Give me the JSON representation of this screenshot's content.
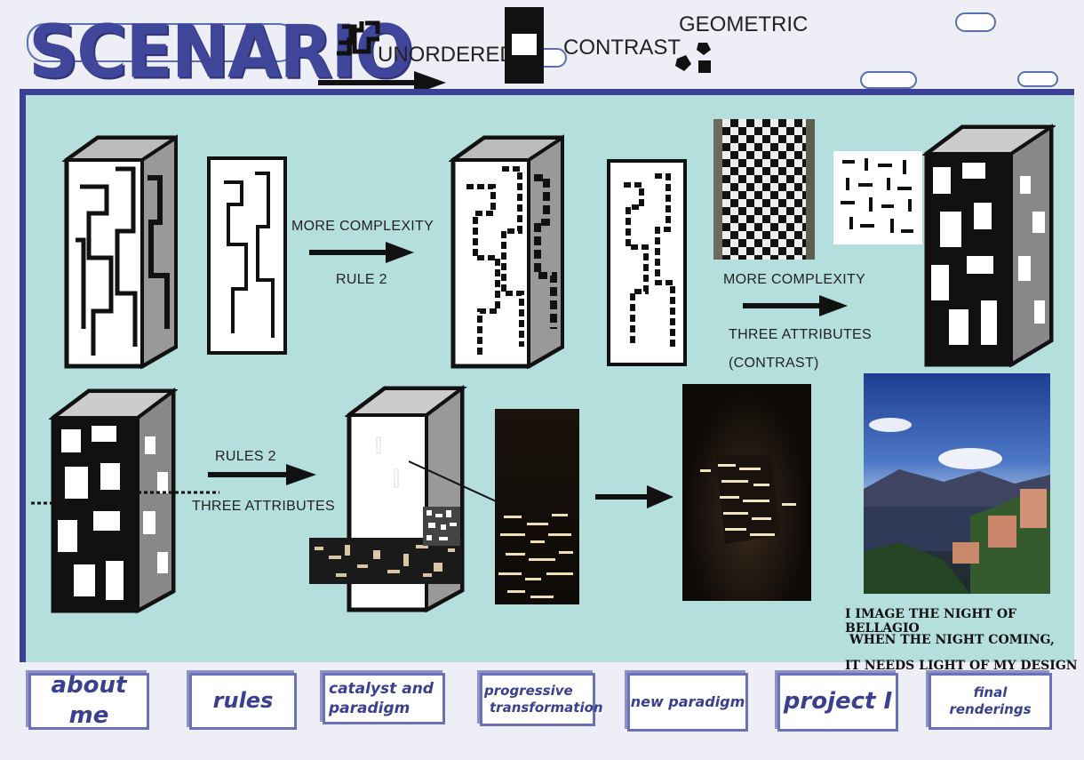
{
  "header": {
    "title": "SCENARIO",
    "labels": {
      "unordered": "UNORDERED",
      "contrast": "CONTRAST",
      "geometric": "GEOMETRIC"
    }
  },
  "steps": {
    "more_complexity_1": "MORE COMPLEXITY",
    "rule_2": "RULE 2",
    "more_complexity_2": "MORE COMPLEXITY",
    "three_attributes_1": "THREE ATTRIBUTES",
    "contrast_paren": "(CONTRAST)",
    "rules_2": "RULES 2",
    "three_attributes_2": "THREE ATTRIBUTES"
  },
  "note": {
    "line1": "I IMAGE THE NIGHT OF BELLAGIO",
    "line2": "WHEN THE NIGHT COMING,",
    "line3": "IT NEEDS LIGHT OF MY DESIGN"
  },
  "nav": {
    "about_me": "about me",
    "rules": "rules",
    "catalyst_line1": "catalyst and",
    "catalyst_line2": "paradigm",
    "progressive_line1": "progressive",
    "progressive_line2": "transformation",
    "new_paradigm": "new paradigm",
    "project_1": "project I",
    "final_renderings": "final renderings"
  },
  "colors": {
    "accent": "#3b3f95",
    "stage_bg": "#b5dfdd",
    "nav_text": "#3a3f8f"
  }
}
